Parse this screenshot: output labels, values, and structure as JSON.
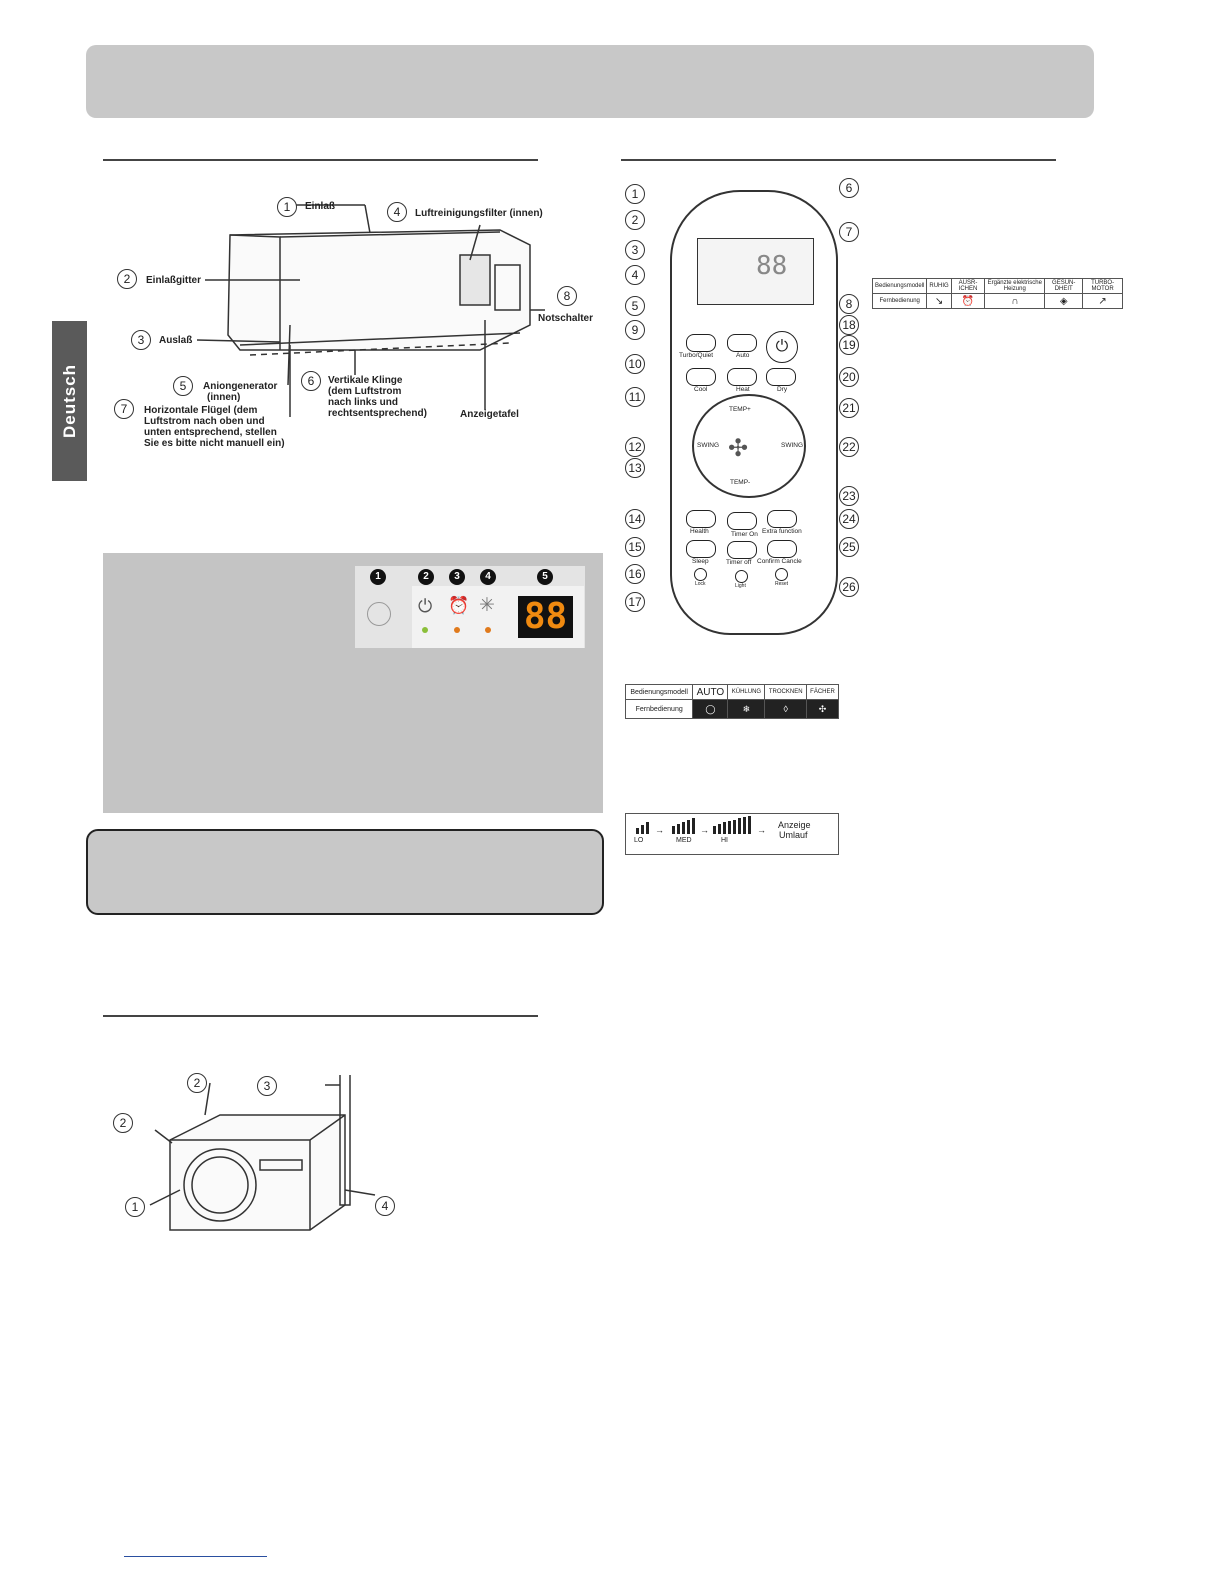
{
  "side_tab": {
    "label": "Deutsch"
  },
  "indoor_unit": {
    "labels": [
      {
        "n": "1",
        "text": "Einlaß"
      },
      {
        "n": "2",
        "text": "Einlaßgitter"
      },
      {
        "n": "3",
        "text": "Auslaß"
      },
      {
        "n": "4",
        "text": "Luftreinigungsfilter (innen)"
      },
      {
        "n": "5",
        "text": "Aniongenerator"
      },
      {
        "n": "6",
        "text": "Vertikale Klinge"
      },
      {
        "n": "7",
        "text": "Horizontale Flügel (dem"
      },
      {
        "n": "8",
        "text": "Notschalter"
      }
    ],
    "anion_sub": "(innen)",
    "blade_sub": [
      "(dem Luftstrom",
      "nach links und",
      "rechtsentsprechend)"
    ],
    "flap_sub": [
      "Luftstrom nach oben und",
      "unten entsprechend,  stellen",
      "Sie es bitte nicht manuell ein)"
    ],
    "display_label": "Anzeigetafel"
  },
  "display_panel": {
    "markers": [
      "1",
      "2",
      "3",
      "4",
      "5"
    ],
    "digits": "88",
    "led_colors": [
      "#8bbf3a",
      "#e07a1c",
      "#e07a1c"
    ]
  },
  "outdoor_unit": {
    "labels": [
      "1",
      "2",
      "2",
      "3",
      "4"
    ]
  },
  "remote": {
    "callouts_left": [
      "1",
      "2",
      "3",
      "4",
      "5",
      "9",
      "10",
      "11",
      "12",
      "13",
      "14",
      "15",
      "16",
      "17"
    ],
    "callouts_right": [
      "6",
      "7",
      "8",
      "18",
      "19",
      "20",
      "21",
      "22",
      "23",
      "24",
      "25",
      "26"
    ],
    "buttons": {
      "turbo": "Turbo/Quiet",
      "auto": "Auto",
      "cool": "Cool",
      "heat": "Heat",
      "dry": "Dry",
      "temp_up": "TEMP+",
      "temp_down": "TEMP-",
      "swing_l": "SWING",
      "swing_r": "SWING",
      "health": "Health",
      "timer_on": "Timer On",
      "extra": "Extra function",
      "sleep": "Sleep",
      "timer_off": "Timer off",
      "confirm": "Confirm  Cancle",
      "lock": "Lock",
      "light": "Light",
      "reset": "Reset"
    }
  },
  "table_functions": {
    "headers": [
      "Bedienungsmodell",
      "RUHIG",
      "AUSR-ICHEN",
      "Ergänzte elektrische Heizung",
      "GESUN-DHEIT",
      "TURBO-MOTOR"
    ],
    "row_label": "Fernbedienung",
    "icons": [
      "↘",
      "⏰",
      "∩",
      "◈",
      "↗"
    ]
  },
  "table_modes": {
    "headers": [
      "Bedienungsmodell",
      "AUTO",
      "KÜHLUNG",
      "TROCKNEN",
      "FÄCHER"
    ],
    "row_label": "Fernbedienung",
    "icons": [
      "◯",
      "❄",
      "◊",
      "✣"
    ]
  },
  "fan_speed": {
    "levels": [
      "LO",
      "MED",
      "HI"
    ],
    "cycle": [
      "Anzeige",
      "Umlauf"
    ]
  }
}
